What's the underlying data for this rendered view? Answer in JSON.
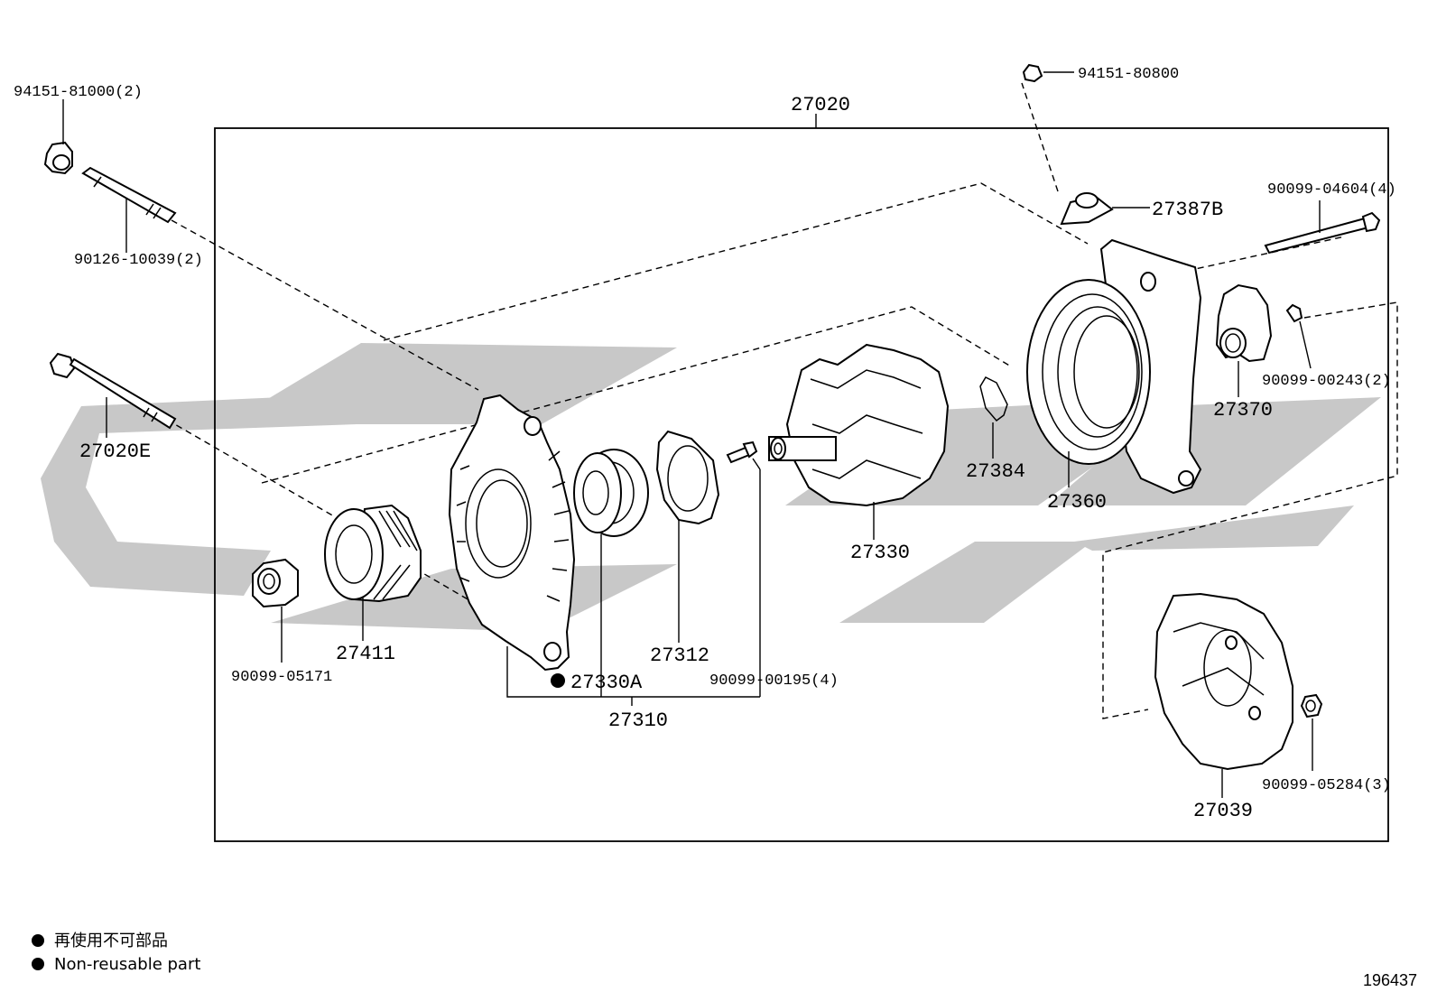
{
  "assembly_label": "27020",
  "part_labels": {
    "p94151_81000": "94151-81000(2)",
    "p90126_10039": "90126-10039(2)",
    "p27020E": "27020E",
    "p94151_80800": "94151-80800",
    "p27387B": "27387B",
    "p90099_04604": "90099-04604(4)",
    "p90099_00243": "90099-00243(2)",
    "p27370": "27370",
    "p27360": "27360",
    "p27384": "27384",
    "p27330": "27330",
    "p90099_00195": "90099-00195(4)",
    "p27312": "27312",
    "p27330A": "27330A",
    "p27310": "27310",
    "p27411": "27411",
    "p90099_05171": "90099-05171",
    "p27039": "27039",
    "p90099_05284": "90099-05284(3)"
  },
  "legend": {
    "line_jp": "再使用不可部品",
    "line_en": "Non-reusable part"
  },
  "diagram_code": "196437",
  "colors": {
    "line": "#000000",
    "watermark": "#c8c8c8",
    "background": "#ffffff"
  }
}
